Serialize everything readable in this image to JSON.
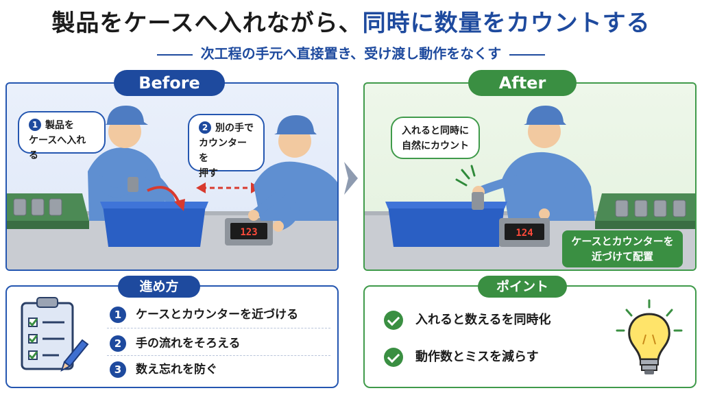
{
  "header": {
    "title_part1": "製品をケースへ入れながら、",
    "title_part2": "同時に数量をカウントする",
    "subtitle": "次工程の手元へ直接置き、受け渡し動作をなくす"
  },
  "before": {
    "label": "Before",
    "bubble1_num": "1",
    "bubble1_line1": "製品を",
    "bubble1_line2": "ケースへ入れる",
    "bubble2_num": "2",
    "bubble2_line1": "別の手で",
    "bubble2_line2": "カウンターを",
    "bubble2_line3": "押す",
    "counter_value": "123"
  },
  "after": {
    "label": "After",
    "bubble_line1": "入れると同時に",
    "bubble_line2": "自然にカウント",
    "counter_value": "124",
    "callout_line1": "ケースとカウンターを",
    "callout_line2": "近づけて配置"
  },
  "steps": {
    "label": "進め方",
    "items": [
      {
        "num": "1",
        "text": "ケースとカウンターを近づける"
      },
      {
        "num": "2",
        "text": "手の流れをそろえる"
      },
      {
        "num": "3",
        "text": "数え忘れを防ぐ"
      }
    ]
  },
  "points": {
    "label": "ポイント",
    "items": [
      {
        "text": "入れると数えるを同時化"
      },
      {
        "text": "動作数とミスを減らす"
      }
    ]
  },
  "colors": {
    "blue": "#1e4a9e",
    "green": "#3a8f42",
    "red": "#d83a2e"
  },
  "icons": [
    "clipboard-checklist-icon",
    "pencil-icon",
    "lightbulb-icon",
    "check-circle-icon",
    "chevron-right-icon"
  ]
}
